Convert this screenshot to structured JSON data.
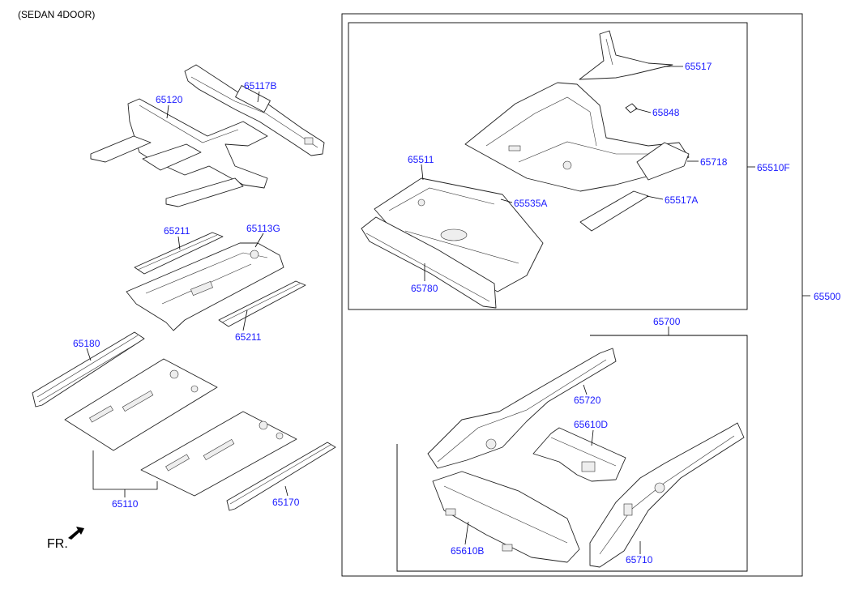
{
  "title": "(SEDAN 4DOOR)",
  "direction_label": "FR.",
  "labels": {
    "p65117B": "65117B",
    "p65120": "65120",
    "p65211_top": "65211",
    "p65113G": "65113G",
    "p65211_bottom": "65211",
    "p65180": "65180",
    "p65110": "65110",
    "p65170": "65170",
    "p65511": "65511",
    "p65780": "65780",
    "p65535A": "65535A",
    "p65517": "65517",
    "p65848": "65848",
    "p65718": "65718",
    "p65517A": "65517A",
    "p65510F": "65510F",
    "p65500": "65500",
    "p65700": "65700",
    "p65720": "65720",
    "p65610D": "65610D",
    "p65610B": "65610B",
    "p65710": "65710"
  },
  "colors": {
    "callout": "#1a1aff",
    "line": "#000000"
  }
}
